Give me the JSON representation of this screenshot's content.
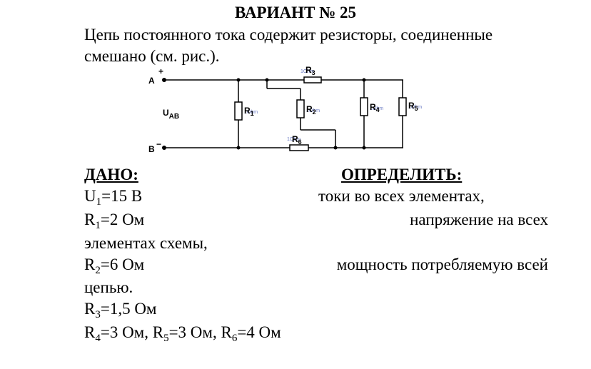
{
  "title": "ВАРИАНТ № 25",
  "intro": {
    "line1": "Цепь постоянного тока содержит резисторы, соединенные",
    "line2": "смешано (см. рис.)."
  },
  "circuit": {
    "terminal_a": "A",
    "terminal_a_sign": "+",
    "terminal_b": "B",
    "terminal_b_sign": "−",
    "voltage_main": "U",
    "voltage_sub": "AB",
    "r_letter": "R",
    "ohm_text": "1Ohm",
    "resistors": [
      {
        "id": "1"
      },
      {
        "id": "2"
      },
      {
        "id": "3"
      },
      {
        "id": "4"
      },
      {
        "id": "5"
      },
      {
        "id": "6"
      }
    ]
  },
  "given": {
    "heading": "ДАНО:",
    "u1": {
      "sym": "U",
      "sub": "1",
      "val": "=15 В"
    },
    "r1": {
      "sym": "R",
      "sub": "1",
      "val": "=2 Ом"
    },
    "r2": {
      "sym": "R",
      "sub": "2",
      "val": "=6 Ом"
    },
    "r3": {
      "sym": "R",
      "sub": "3",
      "val": "=1,5 Ом"
    },
    "r4": {
      "sym": "R",
      "sub": "4",
      "val": "=3 Ом, "
    },
    "r5": {
      "sym": "R",
      "sub": "5",
      "val": "=3 Ом, "
    },
    "r6": {
      "sym": "R",
      "sub": "6",
      "val": "=4 Ом"
    }
  },
  "determine": {
    "heading": "ОПРЕДЕЛИТЬ:",
    "item1": "токи во всех элементах,",
    "item2": "напряжение на всех",
    "item2_cont": "элементах схемы,",
    "item3": "мощность потребляемую всей",
    "item3_cont": "цепью."
  }
}
